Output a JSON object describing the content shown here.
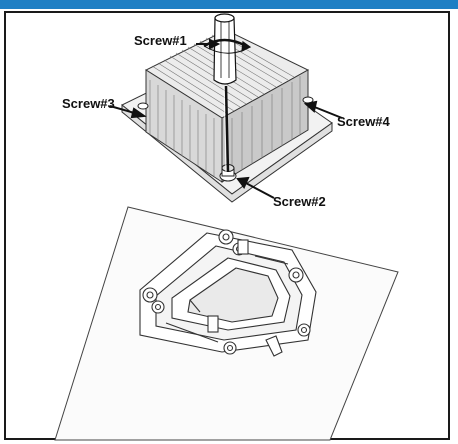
{
  "colors": {
    "accent_bar": "#1f7fc4",
    "frame": "#1a1a1a",
    "line": "#333333"
  },
  "labels": {
    "screw1": "Screw#1",
    "screw2": "Screw#2",
    "screw3": "Screw#3",
    "screw4": "Screw#4"
  },
  "icons": [
    "screwdriver-icon",
    "heatsink",
    "cpu-socket",
    "motherboard"
  ]
}
